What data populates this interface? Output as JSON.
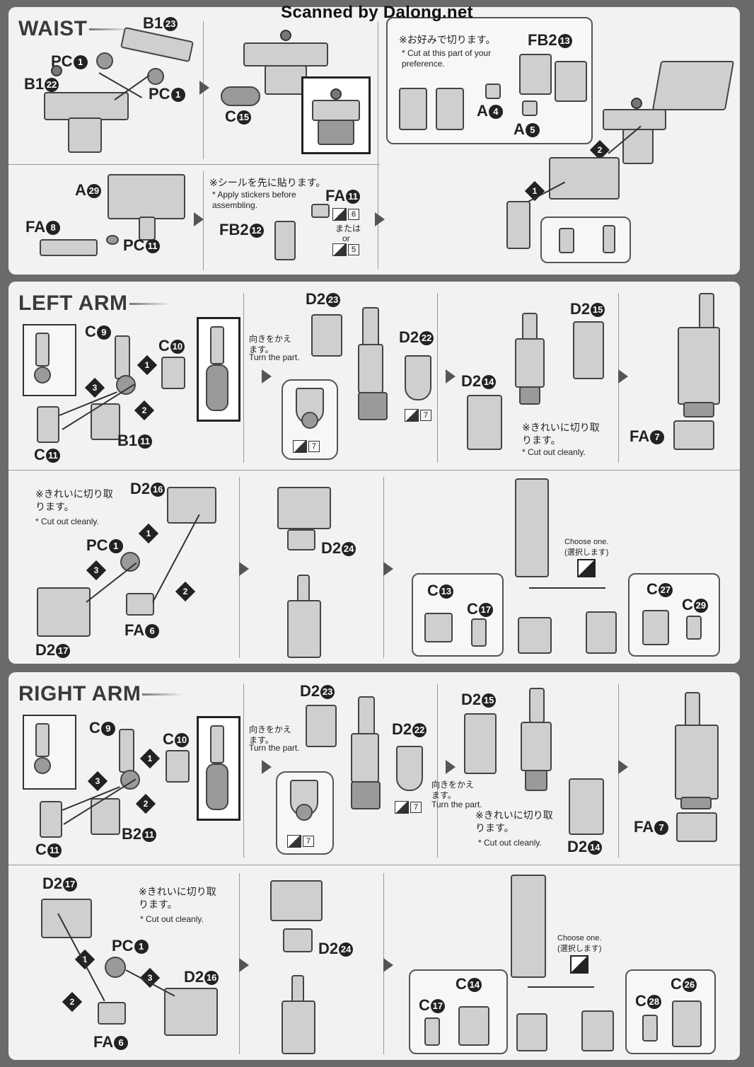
{
  "watermark": "Scanned by Dalong.net",
  "waist": {
    "title": "WAIST",
    "labels": {
      "b1_23": {
        "code": "B1",
        "num": "23"
      },
      "pc1_a": {
        "code": "PC",
        "num": "1"
      },
      "b1_22": {
        "code": "B1",
        "num": "22"
      },
      "pc1_b": {
        "code": "PC",
        "num": "1"
      },
      "c15": {
        "code": "C",
        "num": "15"
      },
      "fb2_13": {
        "code": "FB2",
        "num": "13"
      },
      "a4": {
        "code": "A",
        "num": "4"
      },
      "a5": {
        "code": "A",
        "num": "5"
      },
      "a29": {
        "code": "A",
        "num": "29"
      },
      "fa8": {
        "code": "FA",
        "num": "8"
      },
      "pc11": {
        "code": "PC",
        "num": "11"
      },
      "fa11": {
        "code": "FA",
        "num": "11"
      },
      "fb2_12": {
        "code": "FB2",
        "num": "12"
      }
    },
    "note_pref_jp": "※お好みで切ります。",
    "note_pref_en": "* Cut at this part of your preference.",
    "note_sticker_jp": "※シールを先に貼ります。",
    "note_sticker_en": "* Apply stickers before assembling.",
    "sticker_6": "6",
    "sticker_or_jp": "または",
    "sticker_or_en": "or",
    "sticker_5": "5",
    "steps": [
      "1",
      "2"
    ]
  },
  "left_arm": {
    "title": "LEFT ARM",
    "labels": {
      "c9": {
        "code": "C",
        "num": "9"
      },
      "c10": {
        "code": "C",
        "num": "10"
      },
      "c11": {
        "code": "C",
        "num": "11"
      },
      "b1_11": {
        "code": "B1",
        "num": "11"
      },
      "d2_23": {
        "code": "D2",
        "num": "23"
      },
      "d2_22": {
        "code": "D2",
        "num": "22"
      },
      "d2_15": {
        "code": "D2",
        "num": "15"
      },
      "d2_14": {
        "code": "D2",
        "num": "14"
      },
      "fa7": {
        "code": "FA",
        "num": "7"
      },
      "d2_16": {
        "code": "D2",
        "num": "16"
      },
      "pc1": {
        "code": "PC",
        "num": "1"
      },
      "d2_17": {
        "code": "D2",
        "num": "17"
      },
      "fa6": {
        "code": "FA",
        "num": "6"
      },
      "d2_24": {
        "code": "D2",
        "num": "24"
      },
      "c13": {
        "code": "C",
        "num": "13"
      },
      "c17": {
        "code": "C",
        "num": "17"
      },
      "c27": {
        "code": "C",
        "num": "27"
      },
      "c29": {
        "code": "C",
        "num": "29"
      }
    },
    "turn_jp": "向きをかえます。",
    "turn_en": "Turn the part.",
    "cut_jp": "※きれいに切り取ります。",
    "cut_en": "* Cut out cleanly.",
    "cut2_jp": "※きれいに切り取ります。",
    "cut2_en": "* Cut out cleanly.",
    "choose_en": "Choose one.",
    "choose_jp": "(選択します)",
    "sticker_7a": "7",
    "sticker_7b": "7",
    "steps": [
      "1",
      "2",
      "3"
    ]
  },
  "right_arm": {
    "title": "RIGHT ARM",
    "labels": {
      "c9": {
        "code": "C",
        "num": "9"
      },
      "c10": {
        "code": "C",
        "num": "10"
      },
      "c11": {
        "code": "C",
        "num": "11"
      },
      "b2_11": {
        "code": "B2",
        "num": "11"
      },
      "d2_23": {
        "code": "D2",
        "num": "23"
      },
      "d2_22": {
        "code": "D2",
        "num": "22"
      },
      "d2_15": {
        "code": "D2",
        "num": "15"
      },
      "d2_14": {
        "code": "D2",
        "num": "14"
      },
      "fa7": {
        "code": "FA",
        "num": "7"
      },
      "d2_17": {
        "code": "D2",
        "num": "17"
      },
      "pc1": {
        "code": "PC",
        "num": "1"
      },
      "d2_16": {
        "code": "D2",
        "num": "16"
      },
      "fa6": {
        "code": "FA",
        "num": "6"
      },
      "d2_24": {
        "code": "D2",
        "num": "24"
      },
      "c14": {
        "code": "C",
        "num": "14"
      },
      "c17": {
        "code": "C",
        "num": "17"
      },
      "c26": {
        "code": "C",
        "num": "26"
      },
      "c28": {
        "code": "C",
        "num": "28"
      }
    },
    "turn_jp": "向きをかえます。",
    "turn_en": "Turn the part.",
    "turn2_jp": "向きをかえます。",
    "turn2_en": "Turn the part.",
    "cut_jp": "※きれいに切り取ります。",
    "cut_en": "* Cut out cleanly.",
    "cut2_jp": "※きれいに切り取ります。",
    "cut2_en": "* Cut out cleanly.",
    "choose_en": "Choose one.",
    "choose_jp": "(選択します)",
    "sticker_7a": "7",
    "sticker_7b": "7",
    "steps": [
      "1",
      "2",
      "3"
    ]
  }
}
